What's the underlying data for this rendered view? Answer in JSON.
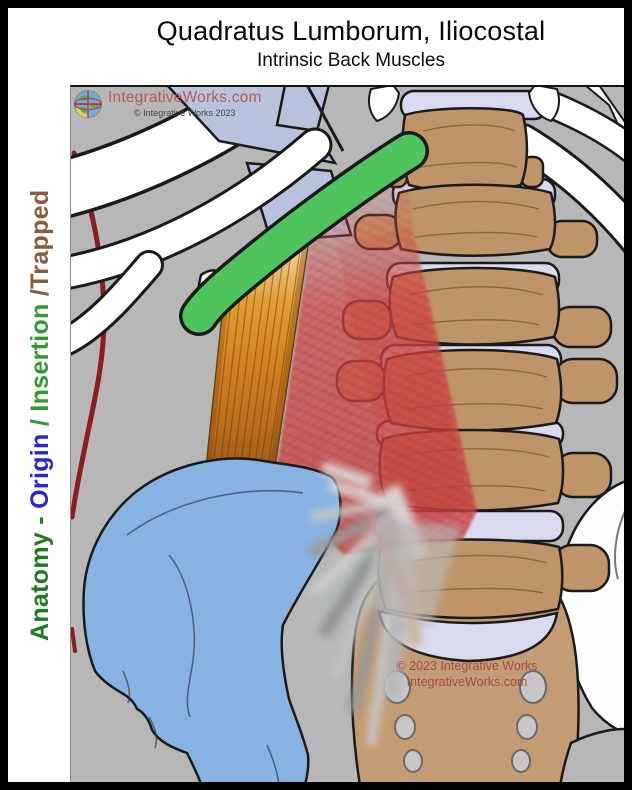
{
  "header": {
    "title": "Quadratus Lumborum, Iliocostal",
    "subtitle": "Intrinsic Back Muscles"
  },
  "legend": {
    "segments": [
      {
        "text": "Anatomy - ",
        "color": "#1d7a1d"
      },
      {
        "text": "Origin",
        "color": "#2626d8"
      },
      {
        "text": " / Insertion",
        "color": "#2f9c2f"
      },
      {
        "text": " /Trapped",
        "color": "#8a5c3a"
      }
    ]
  },
  "branding": {
    "site": "IntegrativeWorks.com",
    "copyright": "© Integrative Works 2023",
    "logo_icon": "globe-icon"
  },
  "watermark": {
    "line1": "© 2023 Integrative Works",
    "line2": "IntegrativeWorks.com"
  },
  "figure": {
    "colors": {
      "background": "#b7b7b7",
      "bone_tan": "#bf9468",
      "sacrum_tan": "#c49c73",
      "disc_lavender": "#d9d9f0",
      "rib_white": "#ffffff",
      "rib_cartilage_blue": "#b9c2dd",
      "insertion_green_rib12": "#4fc45e",
      "quadratus_lumborum_orange": "#d9821e",
      "iliocostalis_red": "#cf4444",
      "origin_blue_ilium": "#87b3e2",
      "body_contour_maroon": "#8c1c20"
    }
  }
}
